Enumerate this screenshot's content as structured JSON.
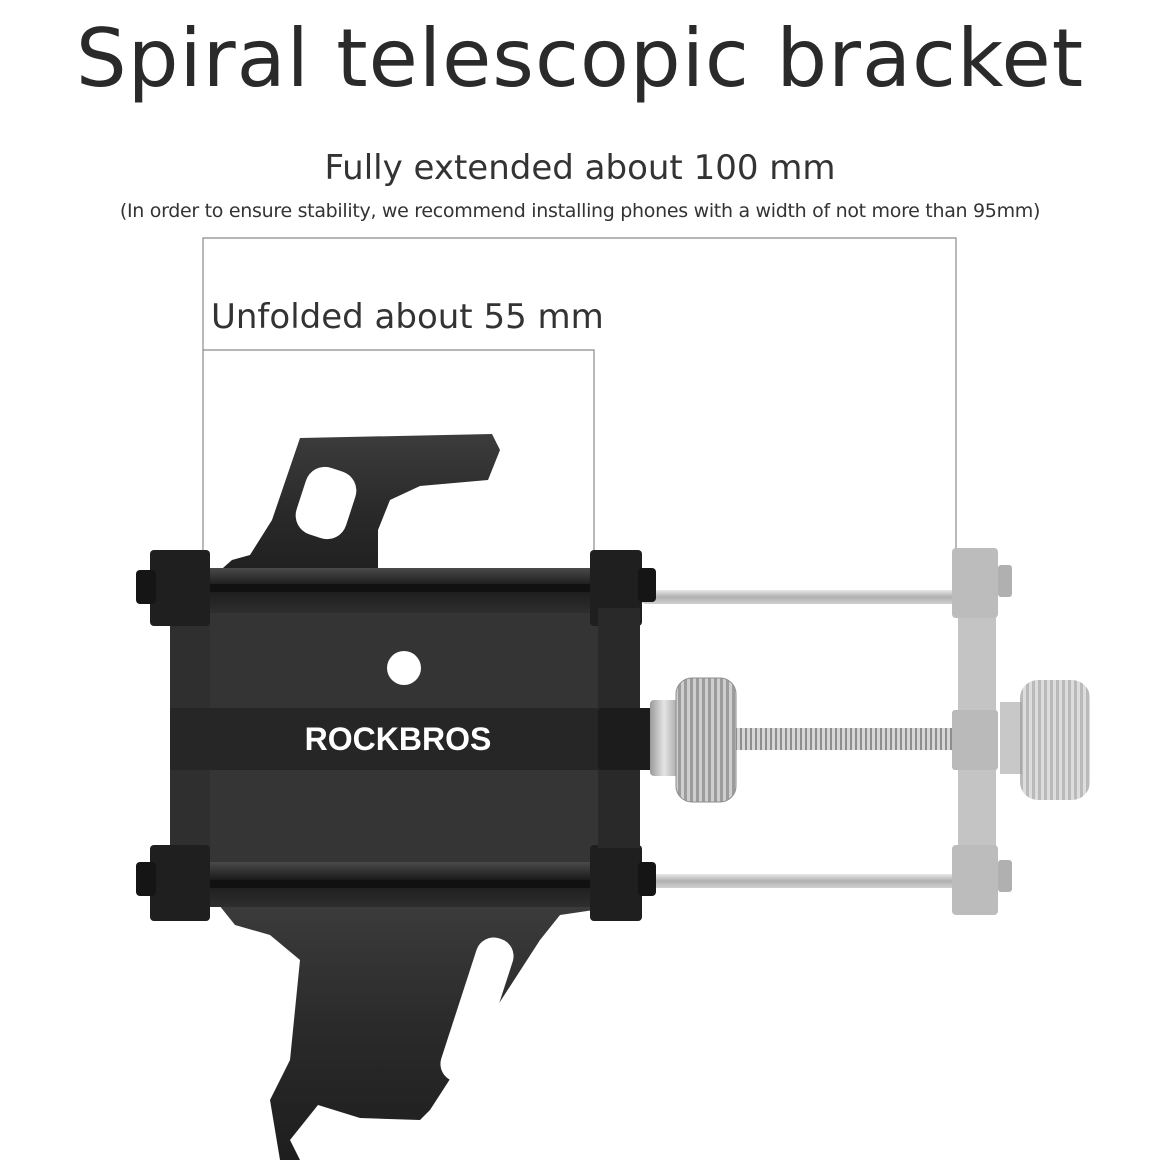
{
  "title": "Spiral telescopic bracket",
  "extended": {
    "label": "Fully extended about 100 mm",
    "note": "(In order to ensure stability, we recommend installing phones with a width of not more than 95mm)"
  },
  "unfolded": {
    "label": "Unfolded about 55 mm"
  },
  "product": {
    "brand": "ROCKBROS"
  },
  "colors": {
    "metal_dark": "#262626",
    "metal_mid": "#3a3a3a",
    "ghost_gray": "#bdbdbd",
    "dimension_line": "#8a8a8a"
  },
  "icons": {
    "main_image": "phone-bracket-product-photo"
  }
}
